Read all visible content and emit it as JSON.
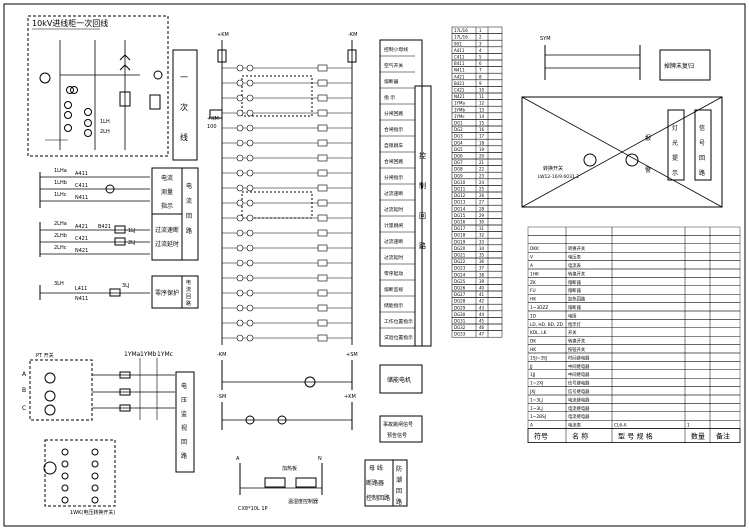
{
  "title": "10kV进线柜一次回线",
  "primary_label": [
    "一",
    "次",
    "线"
  ],
  "metering": {
    "rows": [
      "电流",
      "测量",
      "指示"
    ],
    "side": [
      "电",
      "流",
      "回",
      "路"
    ],
    "rows2": [
      "过流速断",
      "过流延时"
    ],
    "zero_label": "零序保护",
    "side2": [
      "电",
      "流",
      "回",
      "路"
    ],
    "voltage": [
      "电",
      "压",
      "监",
      "视",
      "回",
      "路"
    ]
  },
  "left_codes": {
    "ct1": [
      "1LHa",
      "1LHb",
      "1LHc"
    ],
    "ct1_out": [
      "A411",
      "C411",
      "N411"
    ],
    "ct2": [
      "2LHa",
      "2LHb",
      "2LHc"
    ],
    "ct2_out": [
      "A421",
      "B421",
      "C421",
      "N421"
    ],
    "relays": [
      "1LJ",
      "2LJ",
      "3LJ"
    ],
    "zero": [
      "3LH",
      "L411",
      "N411"
    ],
    "pt": "PT 开关",
    "pt_bus": [
      "1YMa",
      "1YMb",
      "1YMc"
    ],
    "switch_caption": "1WK(电压转换开关)"
  },
  "ctrl_labels": [
    "控制小母线",
    "空气开关",
    "熔断器",
    "指 示",
    "分闸回路",
    "合闸指示",
    "自锁跳车",
    "合闸回路",
    "分闸指示",
    "过流速断",
    "过流延时",
    "计量跳闸",
    "过流速断",
    "过流延时",
    "零序起动",
    "熔断监视",
    "储能指示",
    "工作位置指示",
    "试验位置指示"
  ],
  "ctrl_side": [
    "控",
    "制",
    "回",
    "路"
  ],
  "storage_label": "储能电机",
  "accident_labels": [
    "事故跳闸信号",
    "预告信号"
  ],
  "heater_labels": [
    "母 线",
    "断路器",
    "控制回路"
  ],
  "heater_side": [
    "防",
    "潮",
    "回",
    "路"
  ],
  "heater_caption": [
    "加热板",
    "温湿度控制器",
    "CX8*10L 1P"
  ],
  "bus_nodes": [
    "+KM",
    "-KM",
    "+KM",
    "-KM",
    "+SM",
    "-SM",
    "+KM",
    "SYM"
  ],
  "terminal_rows": [
    "17L/16",
    "17L/16",
    "901",
    "A411",
    "C411",
    "B411",
    "N411",
    "A421",
    "B421",
    "C421",
    "N421",
    "1YMa",
    "1YMb",
    "1YMc",
    "DG1",
    "DG2",
    "DG3",
    "DG4",
    "DG5",
    "DG6",
    "DG7",
    "DG8",
    "DG9",
    "DG10",
    "DG11",
    "DG12",
    "DG13",
    "DG14",
    "DG15",
    "DG16",
    "DG17",
    "DG18",
    "DG19",
    "DG20",
    "DG21",
    "DG22",
    "DG23",
    "DG24",
    "DG25",
    "DG26",
    "DG27",
    "DG28",
    "DG29",
    "DG30",
    "DG31",
    "DG32",
    "DG33"
  ],
  "reset_box": "掉牌未复归",
  "signal_box": {
    "left": [
      "灯",
      "光",
      "提",
      "示"
    ],
    "center": [
      "报",
      "警"
    ],
    "right": [
      "信",
      "号",
      "回",
      "路"
    ],
    "switch": "转换开关",
    "switch_code": "LW12-16/9.6031.2"
  },
  "parts_table": {
    "headers": [
      "符号",
      "名 称",
      "型 号 规 格",
      "数量",
      "备注"
    ],
    "rows": [
      [
        "",
        "",
        "",
        "",
        ""
      ],
      [
        "",
        "",
        "",
        "",
        ""
      ],
      [
        "DKK",
        "转换开关",
        "",
        "",
        ""
      ],
      [
        "V",
        "电压表",
        "",
        "",
        ""
      ],
      [
        "A",
        "电流表",
        "",
        "",
        ""
      ],
      [
        "1HK",
        "转换开关",
        "",
        "",
        ""
      ],
      [
        "ZK",
        "熔断器",
        "",
        "",
        ""
      ],
      [
        "FU",
        "熔断器",
        "",
        "",
        ""
      ],
      [
        "HK",
        "加热回路",
        "",
        "",
        ""
      ],
      [
        "1~3DZZ",
        "熔断器",
        "",
        "",
        ""
      ],
      [
        "1D",
        "电阻",
        "",
        "",
        ""
      ],
      [
        "LD, HD, BD, ZD",
        "指示灯",
        "",
        "",
        ""
      ],
      [
        "KDL, LK",
        "开关",
        "",
        "",
        ""
      ],
      [
        "DK",
        "转换开关",
        "",
        "",
        ""
      ],
      [
        "HK",
        "按钮开关",
        "",
        "",
        ""
      ],
      [
        "1SJ~3SJ",
        "时间继电器",
        "",
        "",
        ""
      ],
      [
        "JJ",
        "中间继电器",
        "",
        "",
        ""
      ],
      [
        "1JJ",
        "中间继电器",
        "",
        "",
        ""
      ],
      [
        "1~2XJ",
        "信号继电器",
        "",
        "",
        ""
      ],
      [
        "JXJ",
        "信号继电器",
        "",
        "",
        ""
      ],
      [
        "1~3LJ",
        "电流继电器",
        "",
        "",
        ""
      ],
      [
        "1~3LJ",
        "电流继电器",
        "",
        "",
        ""
      ],
      [
        "1~2BSJ",
        "电流继电器",
        "",
        "",
        ""
      ],
      [
        "A",
        "电流表",
        "CL6-A",
        "1",
        ""
      ]
    ]
  }
}
